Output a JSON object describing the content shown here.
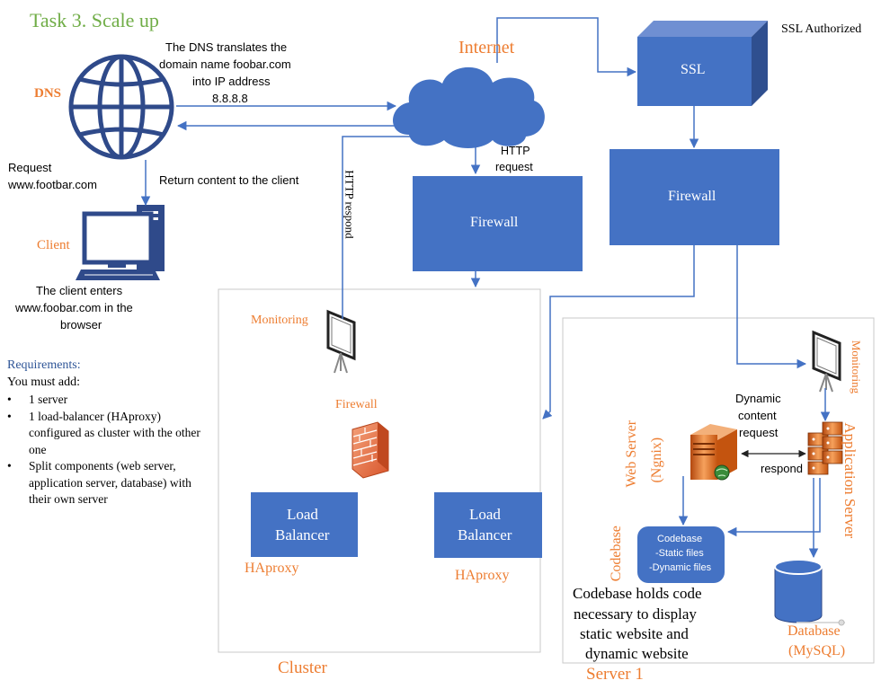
{
  "title": "Task 3. Scale up",
  "dns": {
    "label": "DNS",
    "note_lines": [
      "The DNS translates the",
      "domain name foobar.com",
      "into IP address",
      "8.8.8.8"
    ]
  },
  "internet": {
    "label": "Internet"
  },
  "ssl": {
    "label": "SSL",
    "note": "SSL Authorized"
  },
  "firewalls": {
    "main": "Firewall",
    "ssl_side": "Firewall",
    "cluster": "Firewall"
  },
  "client": {
    "label": "Client",
    "request_lines": [
      "Request",
      "www.footbar.com"
    ],
    "return_text": "Return content to the client",
    "enters_lines": [
      "The client enters",
      "www.foobar.com in the",
      "browser"
    ]
  },
  "http": {
    "request_lines": [
      "HTTP",
      "request"
    ],
    "respond": "HTTP respond"
  },
  "cluster": {
    "label": "Cluster",
    "monitoring": "Monitoring",
    "load_balancers": [
      {
        "label_lines": [
          "Load",
          "Balancer"
        ],
        "sub": "HAproxy"
      },
      {
        "label_lines": [
          "Load",
          "Balancer"
        ],
        "sub": "HAproxy"
      }
    ]
  },
  "server": {
    "label": "Server 1",
    "monitoring": "Monitoring",
    "web_server_lines": [
      "Web Server",
      "(Ngnix)"
    ],
    "app_server": "Application Server",
    "dynamic_request_lines": [
      "Dynamic",
      "content",
      "request"
    ],
    "respond": "respond",
    "codebase_label": "Codebase",
    "codebase_box_lines": [
      "Codebase",
      "-Static files",
      "-Dynamic files"
    ],
    "codebase_note_lines": [
      "Codebase holds code",
      "necessary to display",
      "static website and",
      "dynamic website"
    ],
    "database_lines": [
      "Database",
      "(MySQL)"
    ]
  },
  "requirements": {
    "heading": "Requirements:",
    "intro": "You must add:",
    "items": [
      "1 server",
      "1 load-balancer (HAproxy) configured as cluster with the other one",
      "Split components (web server, application server, database) with their own server"
    ]
  },
  "colors": {
    "title": "#70AD47",
    "accent_orange": "#ED7D31",
    "box_blue": "#4472C4",
    "requirements_heading": "#2E5597"
  },
  "icons": {
    "dns": "globe-icon",
    "client": "desktop-computer-icon",
    "internet": "cloud-icon",
    "ssl": "cube-icon",
    "monitoring": "projector-screen-icon",
    "cluster_firewall": "brick-wall-icon",
    "web_server": "server-icon",
    "app_server": "server-stack-icon",
    "database": "database-cylinder-icon"
  }
}
